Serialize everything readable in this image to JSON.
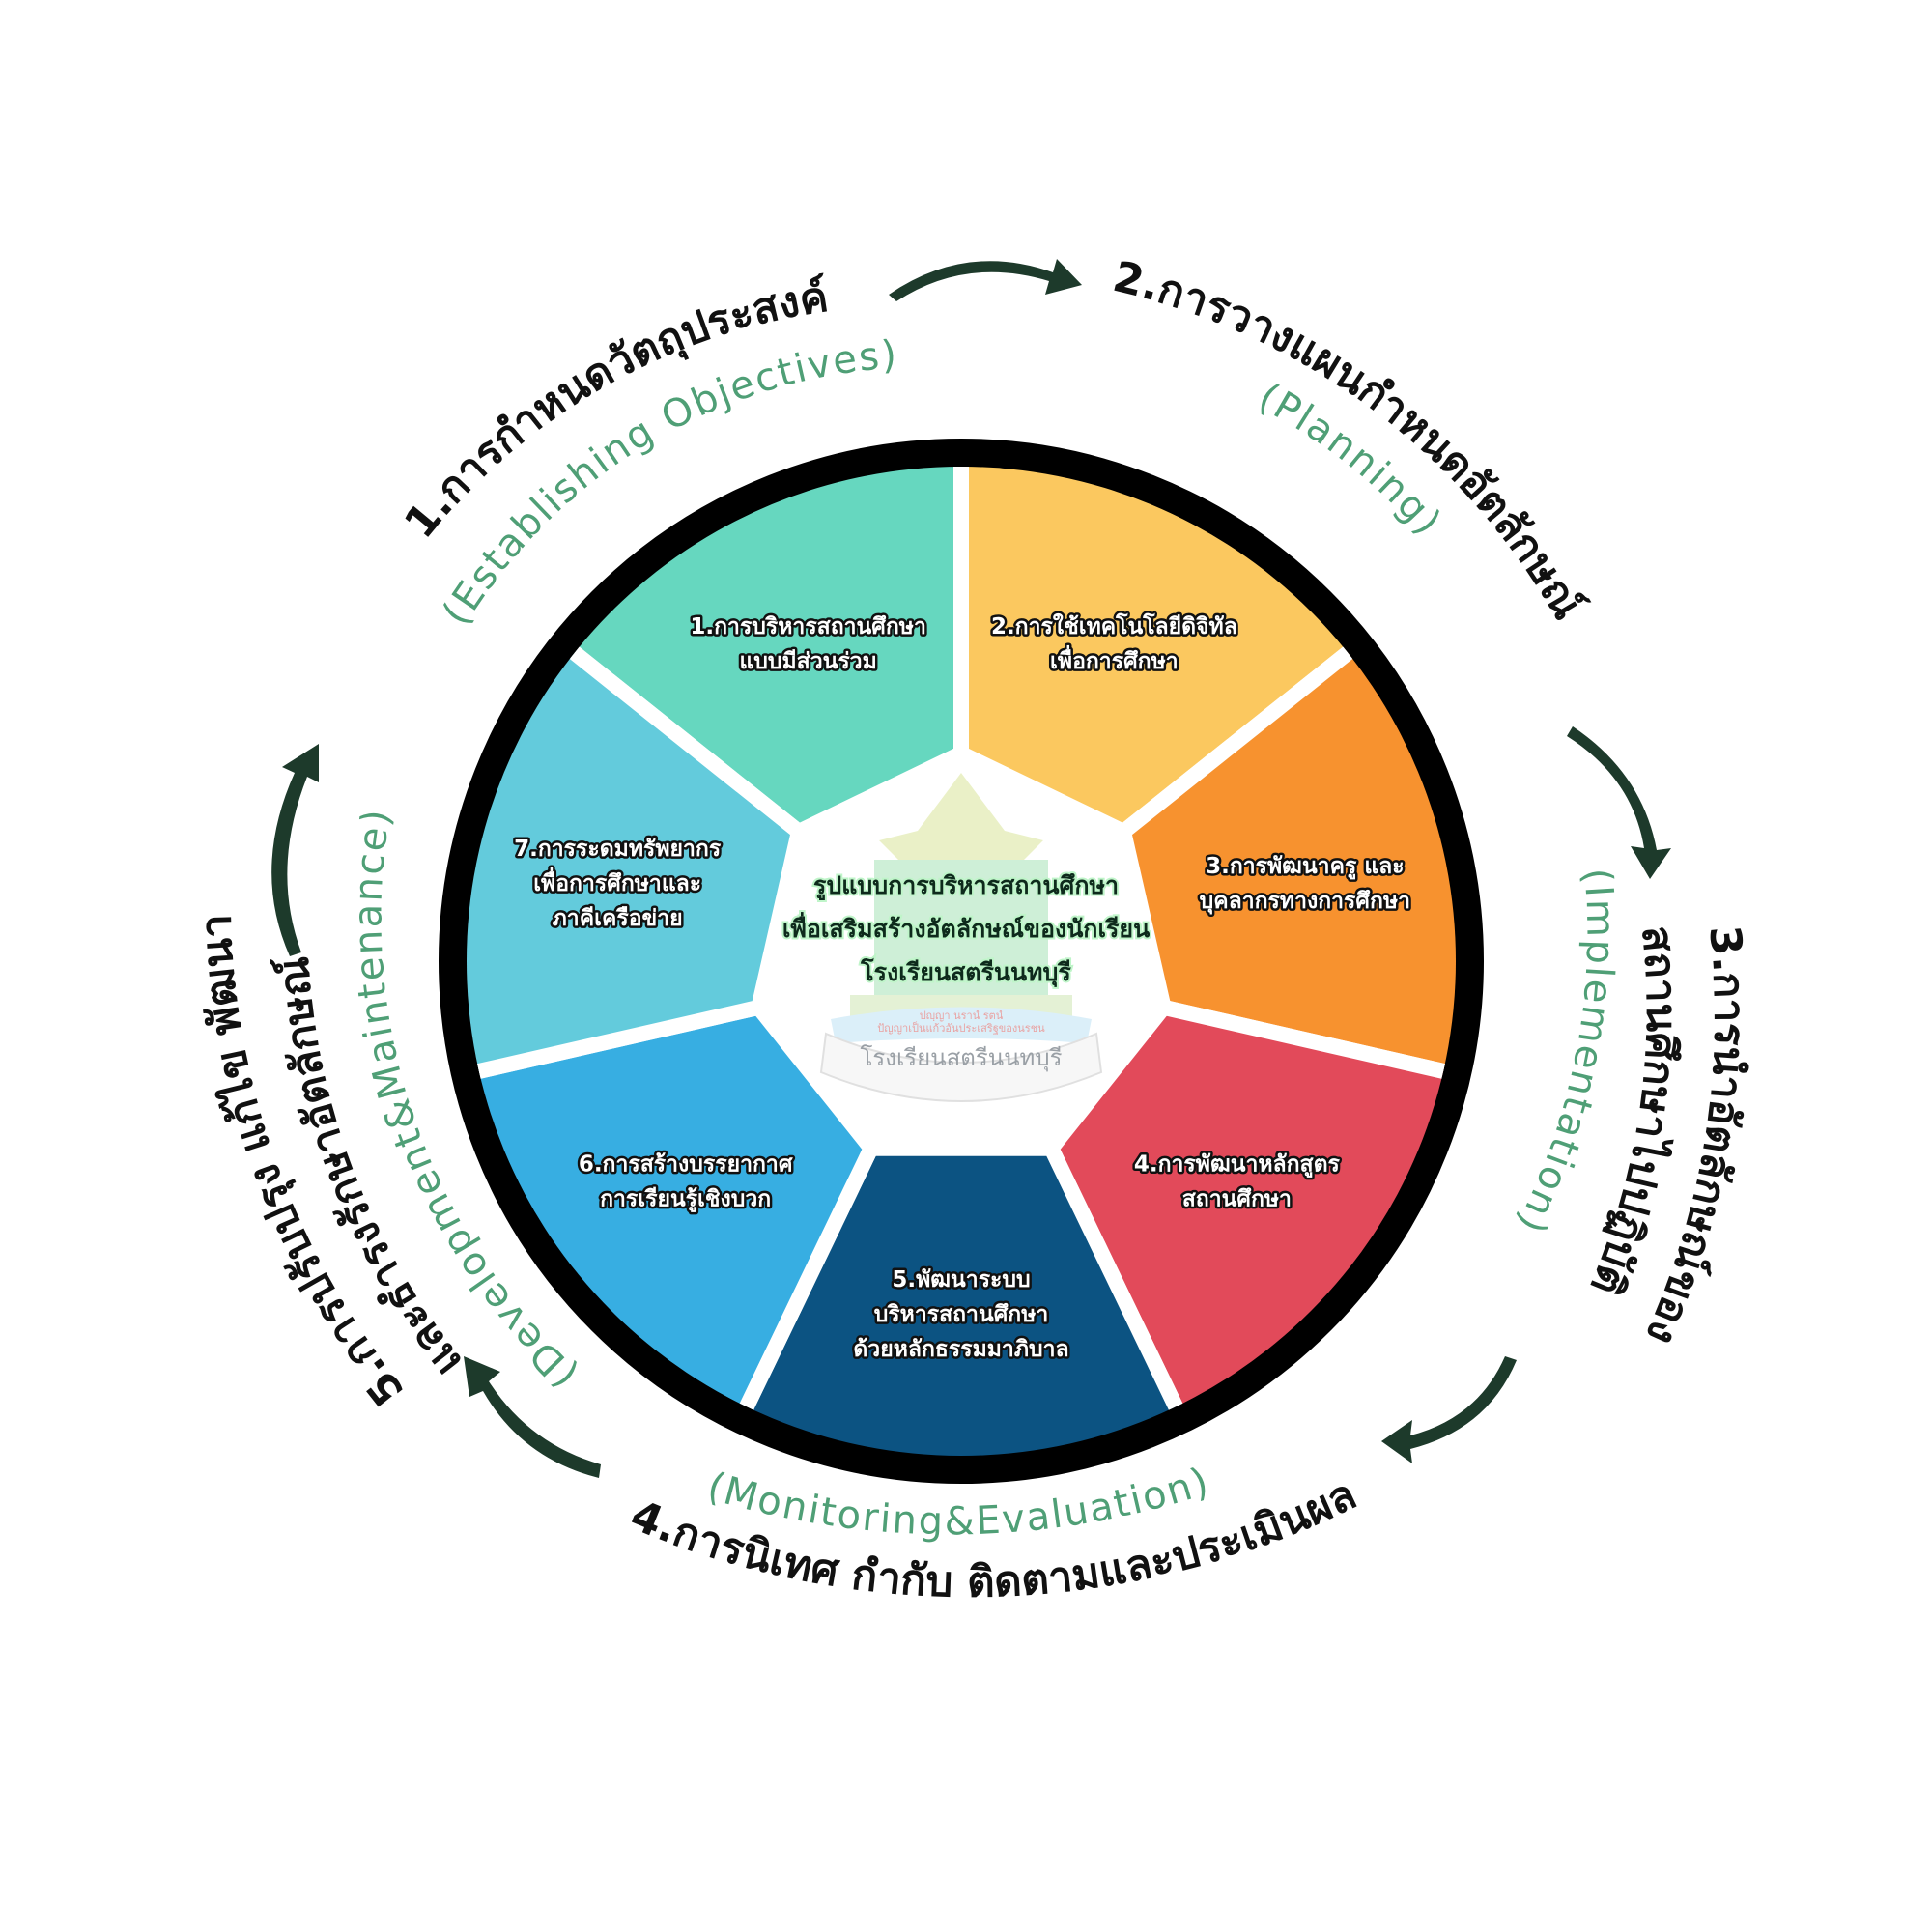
{
  "title": {
    "lines": [
      "รูปแบบการบริหารสถานศึกษา",
      "เพื่อเสริมสร้างอัตลักษณ์ของนักเรียน",
      "โรงเรียนสตรีนนทบุรี"
    ]
  },
  "logo": {
    "name": "โรงเรียนสตรีนนทบุรี",
    "motto_lines": [
      "ปญฺญา นรานํ รตนํ",
      "ปัญญาเป็นแก้วอันประเสริฐของนรชน"
    ]
  },
  "segments": [
    {
      "number": "1",
      "lines": [
        "1.การบริหารสถานศึกษา",
        "แบบมีส่วนร่วม"
      ],
      "color": "#66d7bf"
    },
    {
      "number": "2",
      "lines": [
        "2.การใช้เทคโนโลยีดิจิทัล",
        "เพื่อการศึกษา"
      ],
      "color": "#fbc85f"
    },
    {
      "number": "3",
      "lines": [
        "3.การพัฒนาครู และ",
        "บุคลากรทางการศึกษา"
      ],
      "color": "#f7922f"
    },
    {
      "number": "4",
      "lines": [
        "4.การพัฒนาหลักสูตร",
        "สถานศึกษา"
      ],
      "color": "#e24a5a"
    },
    {
      "number": "5",
      "lines": [
        "5.พัฒนาระบบ",
        "บริหารสถานศึกษา",
        "ด้วยหลักธรรมมาภิบาล"
      ],
      "color": "#0c5382"
    },
    {
      "number": "6",
      "lines": [
        "6.การสร้างบรรยากาศ",
        "การเรียนรู้เชิงบวก"
      ],
      "color": "#37aee2"
    },
    {
      "number": "7",
      "lines": [
        "7.การระดมทรัพยากร",
        "เพื่อการศึกษาและ",
        "ภาคีเครือข่าย"
      ],
      "color": "#63cbdc"
    }
  ],
  "steps": [
    {
      "th": [
        "1.การกำหนดวัตถุประสงค์"
      ],
      "en": "(Establishing Objectives)"
    },
    {
      "th": [
        "2.การวางแผนกำหนดอัตลักษณ์"
      ],
      "en": "(Planning)"
    },
    {
      "th": [
        "3.การนำอัตลักษณ์ของ",
        "สถานศึกษาไปปฏิบัติ"
      ],
      "en": "(Implementation)"
    },
    {
      "th": [
        "4.การนิเทศ กำกับ ติดตามและประเมินผล"
      ],
      "en": "(Monitoring&Evaluation)"
    },
    {
      "th": [
        "5.การปรับปรุง แก้ไข พัฒนา",
        "และธำรงรักษาอัตลักษณ์"
      ],
      "en": "(Development&Maintenance)"
    }
  ],
  "colors": {
    "ring": "#000000",
    "arrow": "#1d3a2b",
    "english_label": "#4f9f76",
    "thai_label": "#111111"
  }
}
